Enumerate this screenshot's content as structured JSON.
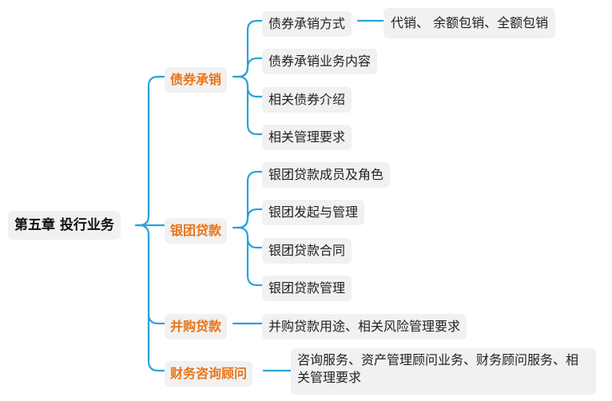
{
  "root": {
    "label": "第五章 投行业务"
  },
  "branches": [
    {
      "label": "债券承销",
      "children": [
        {
          "label": "债券承销方式",
          "detail": "代销、 余额包销、全额包销"
        },
        {
          "label": "债券承销业务内容"
        },
        {
          "label": "相关债券介绍"
        },
        {
          "label": "相关管理要求"
        }
      ]
    },
    {
      "label": "银团贷款",
      "children": [
        {
          "label": "银团贷款成员及角色"
        },
        {
          "label": "银团发起与管理"
        },
        {
          "label": "银团贷款合同"
        },
        {
          "label": "银团贷款管理"
        }
      ]
    },
    {
      "label": "并购贷款",
      "children": [
        {
          "label": "并购贷款用途、相关风险管理要求"
        }
      ]
    },
    {
      "label": "财务咨询顾问",
      "children": [
        {
          "label": "咨询服务、资产管理顾问业务、财务顾问服务、相关管理要求"
        }
      ]
    }
  ],
  "colors": {
    "line": "#29a3d9",
    "branch_text": "#e8751a",
    "node_bg": "#f1f1f1"
  }
}
